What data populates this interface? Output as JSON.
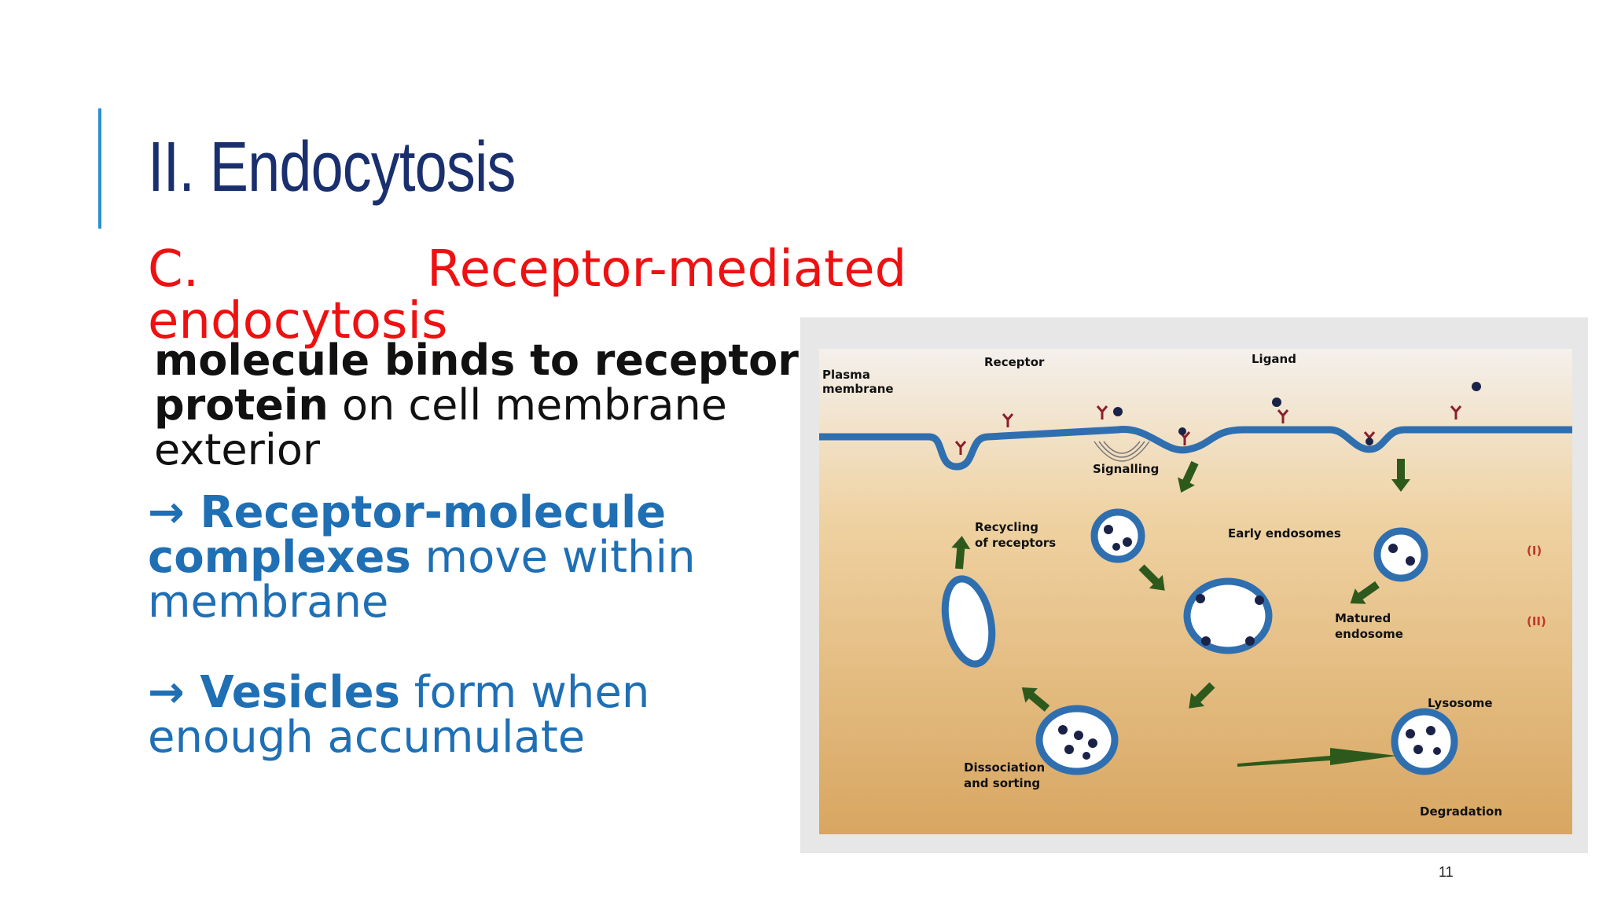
{
  "slide": {
    "title": "II. Endocytosis",
    "subtitle_prefix": "C.",
    "subtitle_main": "Receptor-mediated endocytosis",
    "body_bold1": "molecule binds to receptor",
    "body_bold2": "protein",
    "body_rest": " on cell membrane exterior",
    "bullet1_arrow": "→ ",
    "bullet1_bold": "Receptor-molecule complexes",
    "bullet1_rest": " move within membrane",
    "bullet2_arrow": "→ ",
    "bullet2_bold": "Vesicles",
    "bullet2_rest": " form when enough accumulate",
    "page_number": "11"
  },
  "diagram": {
    "labels": {
      "plasma_membrane_1": "Plasma",
      "plasma_membrane_2": "membrane",
      "receptor": "Receptor",
      "ligand": "Ligand",
      "signalling": "Signalling",
      "recycling_1": "Recycling",
      "recycling_2": "of receptors",
      "early_endosomes": "Early endosomes",
      "marker_1": "(I)",
      "matured_1": "Matured",
      "matured_2": "endosome",
      "marker_2": "(II)",
      "lysosome": "Lysosome",
      "dissociation_1": "Dissociation",
      "dissociation_2": "and sorting",
      "degradation": "Degradation"
    }
  }
}
